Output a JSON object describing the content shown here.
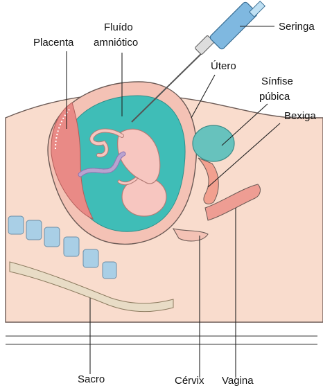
{
  "labels": {
    "fluido": "Fluído",
    "amniotico": "amniótico",
    "placenta": "Placenta",
    "seringa": "Seringa",
    "utero": "Útero",
    "sinfise": "Sínfise",
    "pubica": "púbica",
    "bexiga": "Bexiga",
    "sacro": "Sacro",
    "cervix": "Cérvix",
    "vagina": "Vagina"
  },
  "colors": {
    "skin": "#f9dccd",
    "uterine_wall": "#f4c2b5",
    "amniotic_fluid": "#3fbdb7",
    "placenta": "#e98a86",
    "fetus": "#f7c6c0",
    "umbilical_cord": "#b9a3cf",
    "bone": "#a9cfe6",
    "bladder": "#67c2bd",
    "syringe_barrel": "#7fb8e0",
    "floor_line": "#9a9a9a"
  }
}
